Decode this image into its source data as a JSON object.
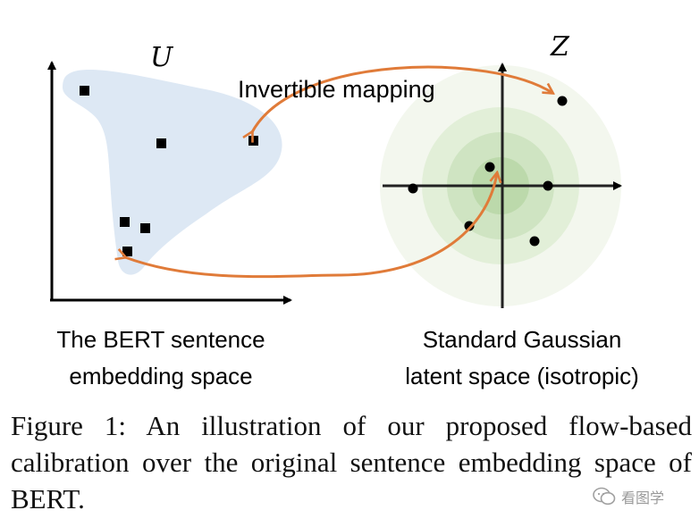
{
  "figure": {
    "left_space_symbol": "U",
    "right_space_symbol": "Z",
    "mapping_label": "Invertible mapping",
    "left_caption_line1": "The BERT sentence",
    "left_caption_line2": "embedding space",
    "right_caption_line1": "Standard Gaussian",
    "right_caption_line2": "latent space (isotropic)"
  },
  "caption": {
    "text": "Figure 1:   An illustration of our proposed flow-based calibration over the original sentence embedding space of BERT."
  },
  "watermark": {
    "text": "看图学"
  },
  "colors": {
    "blob_fill": "#dde8f4",
    "arrow": "#e07b39",
    "gaussian_ring_1": "#f3f7ee",
    "gaussian_ring_2": "#e2efd8",
    "gaussian_ring_3": "#cfe4c2",
    "gaussian_ring_4": "#bcd9ab",
    "points": "#000000"
  }
}
